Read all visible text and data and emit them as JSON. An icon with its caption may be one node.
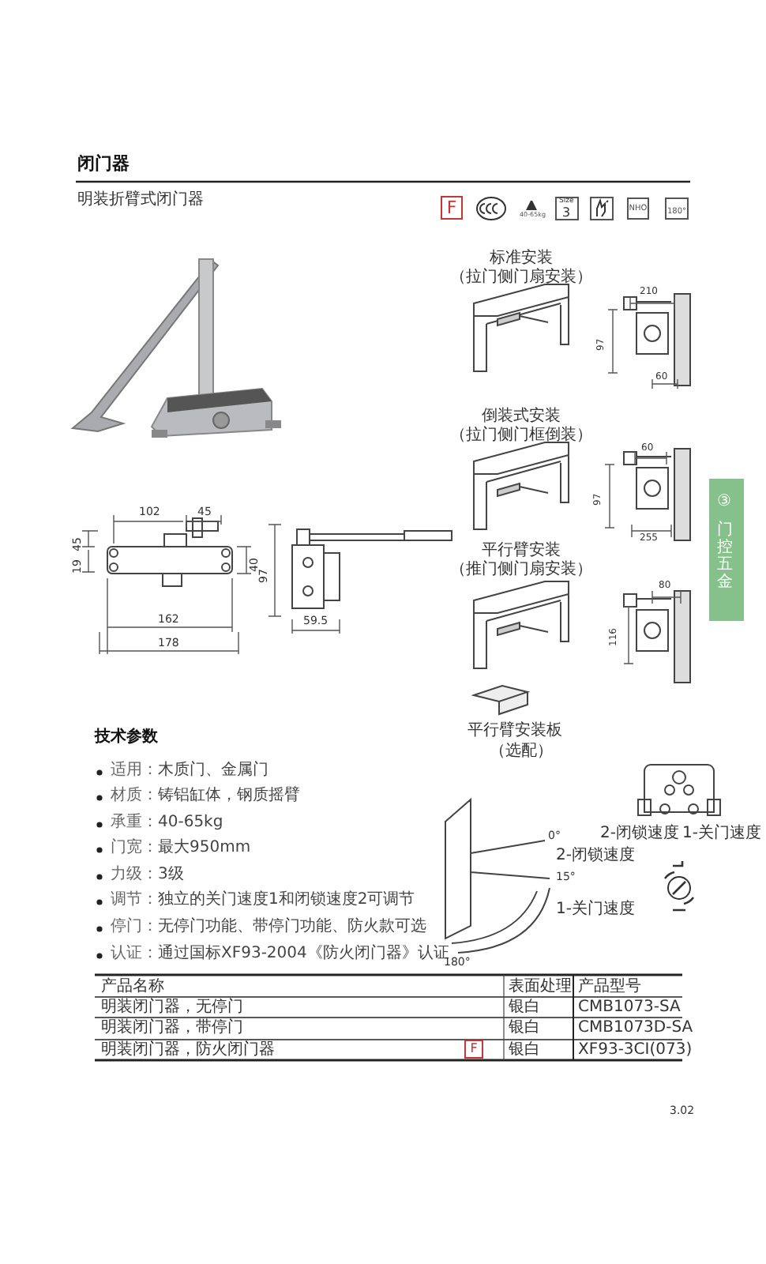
{
  "diagram": {
    "title": "闭门器",
    "labels": [
      "明装折臂式闭门器",
      "F",
      "40-65kg",
      "Size",
      "3",
      "NHO",
      "180°",
      "102",
      "45",
      "45",
      "19",
      "40",
      "162",
      "178",
      "97",
      "59.5",
      "标准安装",
      "（拉门侧门扇安装）",
      "210",
      "97",
      "60",
      "倒装式安装",
      "（拉门侧门框倒装）",
      "60",
      "97",
      "255",
      "平行臂安装",
      "（推门侧门扇安装）",
      "80",
      "116",
      "平行臂安装板",
      "（选配）",
      "③",
      "门控五金",
      "技术参数",
      "适用：",
      "木质门、金属门",
      "材质：",
      "铸铝缸体，钢质摇臂",
      "承重：",
      "40-65kg",
      "门宽：",
      "最大950mm",
      "力级：",
      "3级",
      "调节：",
      "独立的关门速度1和闭锁速度2可调节",
      "停门：",
      "无停门功能、带停门功能、防火款可选",
      "认证：",
      "通过国标XF93-2004《防火闭门器》认证",
      "0°",
      "2-闭锁速度",
      "15°",
      "1-关门速度",
      "180°",
      "2-闭锁速度",
      "1-关门速度",
      "产品名称",
      "表面处理",
      "产品型号",
      "明装闭门器，无停门",
      "银白",
      "CMB1073-SA",
      "明装闭门器，带停门",
      "银白",
      "CMB1073D-SA",
      "明装闭门器，防火闭门器",
      "F",
      "银白",
      "XF93-3CI(073)",
      "3.02"
    ]
  }
}
